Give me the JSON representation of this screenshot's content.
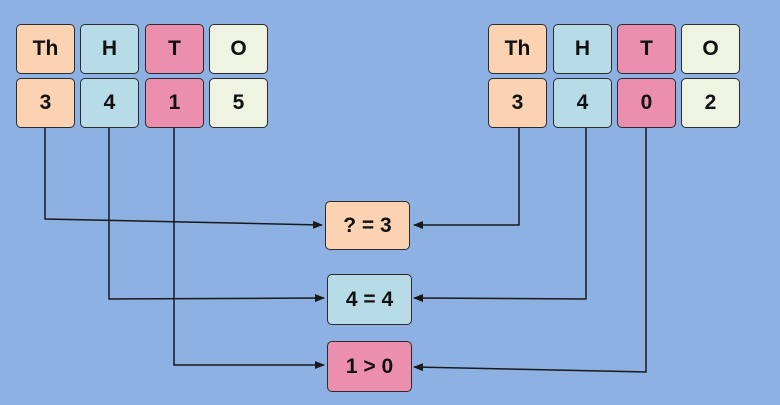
{
  "left_number": {
    "headers": [
      "Th",
      "H",
      "T",
      "O"
    ],
    "digits": [
      "3",
      "4",
      "1",
      "5"
    ]
  },
  "right_number": {
    "headers": [
      "Th",
      "H",
      "T",
      "O"
    ],
    "digits": [
      "3",
      "4",
      "0",
      "2"
    ]
  },
  "comparisons": [
    {
      "text": "? = 3",
      "place": "thousands"
    },
    {
      "text": "4 = 4",
      "place": "hundreds"
    },
    {
      "text": "1 > 0",
      "place": "tens"
    }
  ],
  "colors": {
    "background": "#8db1e2",
    "thousands": "#fcd3b2",
    "hundreds": "#b8dbe8",
    "tens": "#ec8faf",
    "ones": "#eef3e2",
    "line": "#1a1a1a"
  }
}
